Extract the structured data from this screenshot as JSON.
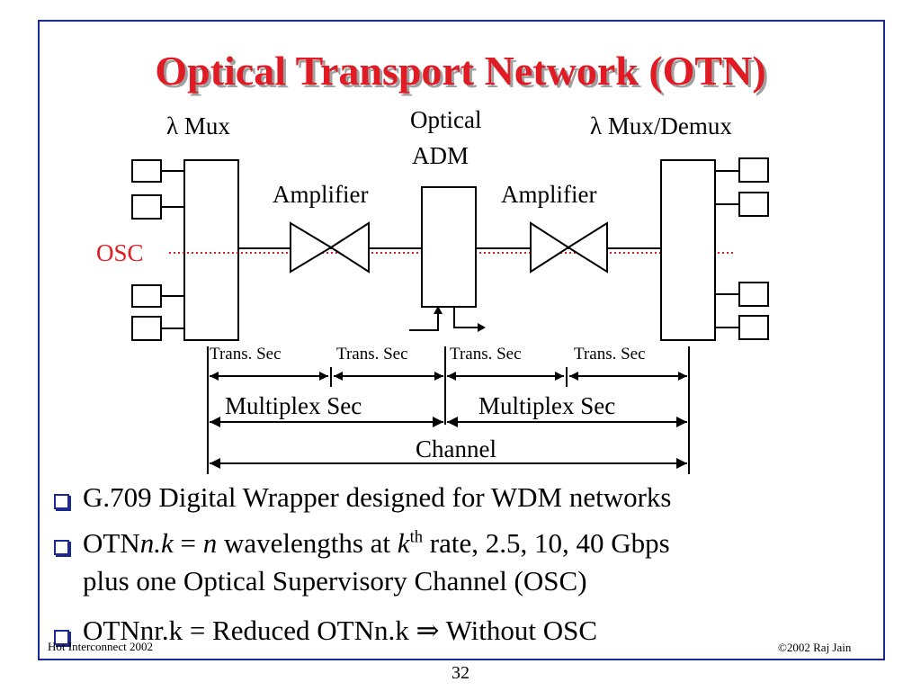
{
  "slide": {
    "title": "Optical Transport Network (OTN)",
    "page_number": "32"
  },
  "diagram": {
    "mux_label": "λ Mux",
    "oadm_label_line1": "Optical",
    "oadm_label_line2": "ADM",
    "demux_label": "λ Mux/Demux",
    "amplifier_left": "Amplifier",
    "amplifier_right": "Amplifier",
    "osc_label": "OSC",
    "trans_sec": [
      "Trans. Sec",
      "Trans. Sec",
      "Trans. Sec",
      "Trans. Sec"
    ],
    "multiplex_sec": [
      "Multiplex Sec",
      "Multiplex Sec"
    ],
    "channel": "Channel",
    "colors": {
      "title": "#e01b24",
      "osc": "#e01b24",
      "frame": "#1a2a8f"
    }
  },
  "bullets": [
    {
      "text": "G.709 Digital Wrapper designed for WDM networks"
    },
    {
      "p1": "OTN",
      "p2": "n.k",
      "p3": " = ",
      "p4": "n",
      "p5": " wavelengths at ",
      "p6": "k",
      "p7": "th",
      "p8": " rate, 2.5, 10, 40 Gbps",
      "line2": "plus one Optical Supervisory Channel (OSC)"
    },
    {
      "text": "OTNnr.k = Reduced OTNn.k ⇒ Without OSC"
    }
  ],
  "footer": {
    "left": "Hot Interconnect 2002",
    "right": "©2002 Raj Jain"
  }
}
